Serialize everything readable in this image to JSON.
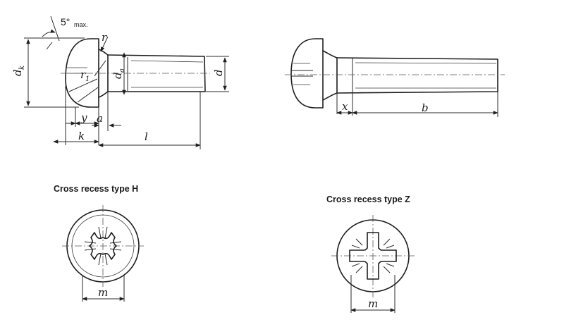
{
  "labels": {
    "angle": "5°",
    "angle_suffix": "max.",
    "r": "r",
    "r1": "r",
    "r1_sub": "1",
    "dk": "d",
    "dk_sub": "k",
    "da": "d",
    "da_sub": "a",
    "d": "d",
    "y": "y",
    "a": "a",
    "k": "k",
    "l": "l",
    "x": "x",
    "b": "b",
    "m_h": "m",
    "m_z": "m"
  },
  "captions": {
    "type_h": "Cross recess type H",
    "type_z": "Cross recess type Z"
  },
  "colors": {
    "line": "#1e1e1e",
    "background": "#ffffff"
  }
}
